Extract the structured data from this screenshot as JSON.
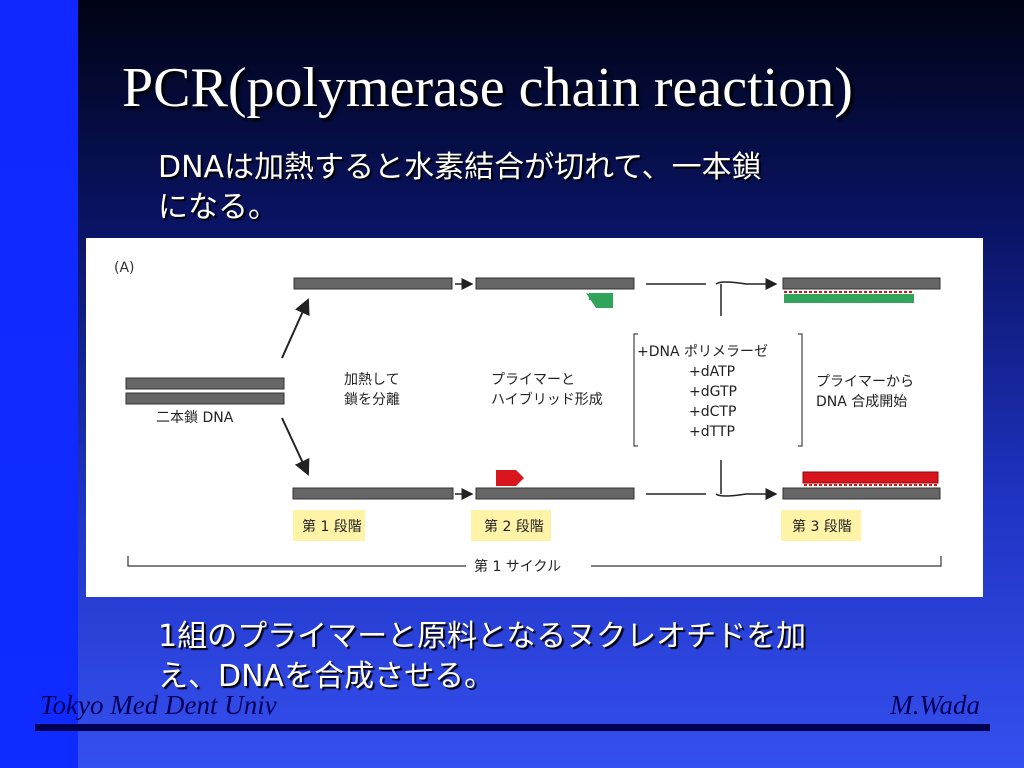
{
  "slide": {
    "title": "PCR(polymerase chain reaction)",
    "text_top_line1": "DNAは加熱すると水素結合が切れて、一本鎖",
    "text_top_line2": "になる。",
    "text_bottom_line1": "1組のプライマーと原料となるヌクレオチドを加",
    "text_bottom_line2": "え、DNAを合成させる。",
    "footer_left": "Tokyo Med Dent Univ",
    "footer_right": "M.Wada"
  },
  "figure": {
    "panel_label": "(A)",
    "dsDNA_label": "二本鎖 DNA",
    "heat_label_1": "加熱して",
    "heat_label_2": "鎖を分離",
    "primer_label_1": "プライマーと",
    "primer_label_2": "ハイブリッド形成",
    "reagents": [
      "+DNA ポリメラーゼ",
      "+dATP",
      "+dGTP",
      "+dCTP",
      "+dTTP"
    ],
    "synth_label_1": "プライマーから",
    "synth_label_2": "DNA 合成開始",
    "stage1": "第 1 段階",
    "stage2": "第 2 段階",
    "stage3": "第 3 段階",
    "cycle_label": "第 1 サイクル"
  },
  "colors": {
    "strand": "#666666",
    "primer_green": "#2fa45a",
    "primer_red": "#d8141c",
    "stage_box": "#fff3a8",
    "footer": "#00005a"
  }
}
